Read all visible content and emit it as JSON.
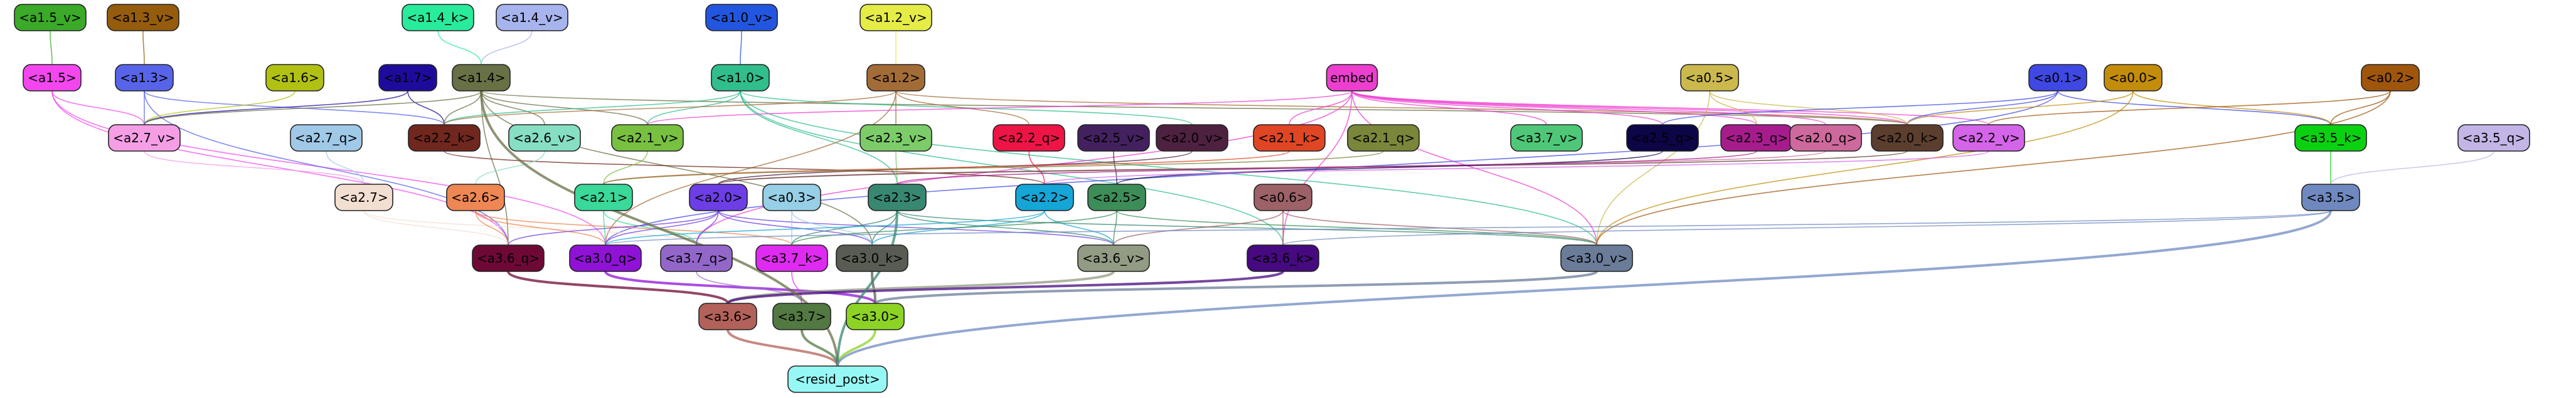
{
  "graph": {
    "nodes": [
      {
        "id": "a1_5_v",
        "label": "<a1.5_v>",
        "color": "#3aaa28",
        "text": "#000000"
      },
      {
        "id": "a1_3_v",
        "label": "<a1.3_v>",
        "color": "#955c0e",
        "text": "#000000"
      },
      {
        "id": "a1_4_k",
        "label": "<a1.4_k>",
        "color": "#28eb9b",
        "text": "#000000"
      },
      {
        "id": "a1_4_v",
        "label": "<a1.4_v>",
        "color": "#a8b4ee",
        "text": "#000000"
      },
      {
        "id": "a1_0_v",
        "label": "<a1.0_v>",
        "color": "#2356e0",
        "text": "#000000"
      },
      {
        "id": "a1_2_v",
        "label": "<a1.2_v>",
        "color": "#e5ec46",
        "text": "#000000"
      },
      {
        "id": "a1_5",
        "label": "<a1.5>",
        "color": "#f346ef",
        "text": "#000000"
      },
      {
        "id": "a1_3",
        "label": "<a1.3>",
        "color": "#5764e9",
        "text": "#000000"
      },
      {
        "id": "a1_6",
        "label": "<a1.6>",
        "color": "#b1c113",
        "text": "#000000"
      },
      {
        "id": "a1_7",
        "label": "<a1.7>",
        "color": "#1d0c9c",
        "text": "#000000"
      },
      {
        "id": "a1_4",
        "label": "<a1.4>",
        "color": "#687046",
        "text": "#000000"
      },
      {
        "id": "a1_0",
        "label": "<a1.0>",
        "color": "#2fbe8c",
        "text": "#000000"
      },
      {
        "id": "a1_2",
        "label": "<a1.2>",
        "color": "#a36c37",
        "text": "#000000"
      },
      {
        "id": "embed",
        "label": "embed",
        "color": "#ed3ed0",
        "text": "#000000"
      },
      {
        "id": "a0_5",
        "label": "<a0.5>",
        "color": "#cbb94d",
        "text": "#000000"
      },
      {
        "id": "a0_1",
        "label": "<a0.1>",
        "color": "#3f48e2",
        "text": "#000000"
      },
      {
        "id": "a0_0",
        "label": "<a0.0>",
        "color": "#c38c0a",
        "text": "#000000"
      },
      {
        "id": "a0_2",
        "label": "<a0.2>",
        "color": "#9f560c",
        "text": "#000000"
      },
      {
        "id": "a2_7_v",
        "label": "<a2.7_v>",
        "color": "#f59ee6",
        "text": "#000000"
      },
      {
        "id": "a2_7_q",
        "label": "<a2.7_q>",
        "color": "#a0c9e8",
        "text": "#000000"
      },
      {
        "id": "a2_2_k",
        "label": "<a2.2_k>",
        "color": "#70271e",
        "text": "#000000"
      },
      {
        "id": "a2_6_v",
        "label": "<a2.6_v>",
        "color": "#86dec3",
        "text": "#000000"
      },
      {
        "id": "a2_1_v",
        "label": "<a2.1_v>",
        "color": "#78c03f",
        "text": "#000000"
      },
      {
        "id": "a2_3_v",
        "label": "<a2.3_v>",
        "color": "#7dcc6a",
        "text": "#000000"
      },
      {
        "id": "a2_2_q",
        "label": "<a2.2_q>",
        "color": "#ee1446",
        "text": "#000000"
      },
      {
        "id": "a2_5_v",
        "label": "<a2.5_v>",
        "color": "#43215f",
        "text": "#000000"
      },
      {
        "id": "a2_0_v",
        "label": "<a2.0_v>",
        "color": "#4e2140",
        "text": "#000000"
      },
      {
        "id": "a2_1_k",
        "label": "<a2.1_k>",
        "color": "#e04524",
        "text": "#000000"
      },
      {
        "id": "a2_1_q",
        "label": "<a2.1_q>",
        "color": "#7a8639",
        "text": "#000000"
      },
      {
        "id": "a3_7_v",
        "label": "<a3.7_v>",
        "color": "#4ec878",
        "text": "#000000"
      },
      {
        "id": "a2_5_q",
        "label": "<a2.5_q>",
        "color": "#0c0546",
        "text": "#000000"
      },
      {
        "id": "a2_3_q",
        "label": "<a2.3_q>",
        "color": "#a71c8d",
        "text": "#000000"
      },
      {
        "id": "a2_0_q",
        "label": "<a2.0_q>",
        "color": "#cd699c",
        "text": "#000000"
      },
      {
        "id": "a2_0_k",
        "label": "<a2.0_k>",
        "color": "#5c3e2e",
        "text": "#000000"
      },
      {
        "id": "a2_2_v",
        "label": "<a2.2_v>",
        "color": "#d464e8",
        "text": "#000000"
      },
      {
        "id": "a3_5_k",
        "label": "<a3.5_k>",
        "color": "#0ad211",
        "text": "#000000"
      },
      {
        "id": "a3_5_q",
        "label": "<a3.5_q>",
        "color": "#c4b5e7",
        "text": "#000000"
      },
      {
        "id": "a2_7",
        "label": "<a2.7>",
        "color": "#f3dfd2",
        "text": "#000000"
      },
      {
        "id": "a2_6",
        "label": "<a2.6>",
        "color": "#ee8753",
        "text": "#000000"
      },
      {
        "id": "a2_1",
        "label": "<a2.1>",
        "color": "#3ad899",
        "text": "#000000"
      },
      {
        "id": "a2_0",
        "label": "<a2.0>",
        "color": "#6d3ee6",
        "text": "#000000"
      },
      {
        "id": "a0_3",
        "label": "<a0.3>",
        "color": "#97cfe6",
        "text": "#000000"
      },
      {
        "id": "a2_3",
        "label": "<a2.3>",
        "color": "#388771",
        "text": "#000000"
      },
      {
        "id": "a2_2",
        "label": "<a2.2>",
        "color": "#15a5d7",
        "text": "#000000"
      },
      {
        "id": "a2_5",
        "label": "<a2.5>",
        "color": "#3d8d59",
        "text": "#000000"
      },
      {
        "id": "a0_6",
        "label": "<a0.6>",
        "color": "#9d6168",
        "text": "#000000"
      },
      {
        "id": "a3_5",
        "label": "<a3.5>",
        "color": "#6f89c0",
        "text": "#000000"
      },
      {
        "id": "a3_6_q",
        "label": "<a3.6_q>",
        "color": "#6e0936",
        "text": "#000000"
      },
      {
        "id": "a3_0_q",
        "label": "<a3.0_q>",
        "color": "#8f12d6",
        "text": "#000000"
      },
      {
        "id": "a3_7_q",
        "label": "<a3.7_q>",
        "color": "#9367c9",
        "text": "#000000"
      },
      {
        "id": "a3_7_k",
        "label": "<a3.7_k>",
        "color": "#df2bf1",
        "text": "#000000"
      },
      {
        "id": "a3_0_k",
        "label": "<a3.0_k>",
        "color": "#585c52",
        "text": "#000000"
      },
      {
        "id": "a3_6_v",
        "label": "<a3.6_v>",
        "color": "#929b83",
        "text": "#000000"
      },
      {
        "id": "a3_6_k",
        "label": "<a3.6_k>",
        "color": "#46097f",
        "text": "#000000"
      },
      {
        "id": "a3_0_v",
        "label": "<a3.0_v>",
        "color": "#6a7c98",
        "text": "#000000"
      },
      {
        "id": "a3_6",
        "label": "<a3.6>",
        "color": "#b2625a",
        "text": "#000000"
      },
      {
        "id": "a3_7",
        "label": "<a3.7>",
        "color": "#537942",
        "text": "#000000"
      },
      {
        "id": "a3_0",
        "label": "<a3.0>",
        "color": "#8dd325",
        "text": "#000000"
      },
      {
        "id": "resid_post",
        "label": "<resid_post>",
        "color": "#96f8f4",
        "text": "#000000"
      }
    ],
    "edges": [
      {
        "from": "a1_5_v",
        "to": "a1_5",
        "color": "#3aaa28"
      },
      {
        "from": "a1_3_v",
        "to": "a1_3",
        "color": "#955c0e"
      },
      {
        "from": "a1_4_k",
        "to": "a1_4",
        "color": "#28eb9b"
      },
      {
        "from": "a1_4_v",
        "to": "a1_4",
        "color": "#a8b4ee"
      },
      {
        "from": "a1_0_v",
        "to": "a1_0",
        "color": "#2356e0"
      },
      {
        "from": "a1_2_v",
        "to": "a1_2",
        "color": "#e5ec46"
      },
      {
        "from": "a1_5",
        "to": "a2_7_v",
        "color": "#f346ef"
      },
      {
        "from": "a1_5",
        "to": "a3_6_q",
        "color": "#f346ef"
      },
      {
        "from": "a1_5",
        "to": "a3_0_q",
        "color": "#f346ef"
      },
      {
        "from": "a1_3",
        "to": "a2_7_v",
        "color": "#5764e9"
      },
      {
        "from": "a1_3",
        "to": "a2_2_k",
        "color": "#5764e9"
      },
      {
        "from": "a1_3",
        "to": "a3_6_q",
        "color": "#5764e9"
      },
      {
        "from": "a1_6",
        "to": "a2_7_v",
        "color": "#b1c113"
      },
      {
        "from": "a1_7",
        "to": "a2_2_k",
        "color": "#1d0c9c"
      },
      {
        "from": "a1_7",
        "to": "a2_7_v",
        "color": "#1d0c9c"
      },
      {
        "from": "a1_4",
        "to": "a2_2_k",
        "color": "#687046"
      },
      {
        "from": "a1_4",
        "to": "a2_6_v",
        "color": "#687046"
      },
      {
        "from": "a1_4",
        "to": "a2_1_v",
        "color": "#687046"
      },
      {
        "from": "a1_4",
        "to": "a3_6_q",
        "color": "#687046"
      },
      {
        "from": "a1_4",
        "to": "a3_0_k",
        "color": "#687046"
      },
      {
        "from": "a1_4",
        "to": "a2_0_k",
        "color": "#687046"
      },
      {
        "from": "a1_4",
        "to": "a2_7_v",
        "color": "#687046"
      },
      {
        "from": "a1_0",
        "to": "a2_1_v",
        "color": "#2fbe8c"
      },
      {
        "from": "a1_0",
        "to": "a2_3",
        "color": "#2fbe8c"
      },
      {
        "from": "a1_0",
        "to": "a2_0_v",
        "color": "#2fbe8c"
      },
      {
        "from": "a1_0",
        "to": "a2_2_k",
        "color": "#2fbe8c"
      },
      {
        "from": "a1_0",
        "to": "a3_0_v",
        "color": "#2fbe8c"
      },
      {
        "from": "a1_0",
        "to": "a3_6_k",
        "color": "#2fbe8c"
      },
      {
        "from": "a1_2",
        "to": "a2_3_v",
        "color": "#a36c37"
      },
      {
        "from": "a1_2",
        "to": "a2_2_q",
        "color": "#a36c37"
      },
      {
        "from": "a1_2",
        "to": "a2_0_k",
        "color": "#a36c37"
      },
      {
        "from": "a1_2",
        "to": "a2_2_k",
        "color": "#a36c37"
      },
      {
        "from": "a1_2",
        "to": "a3_0_q",
        "color": "#a36c37"
      },
      {
        "from": "embed",
        "to": "a2_0_q",
        "color": "#ed3ed0"
      },
      {
        "from": "embed",
        "to": "a2_0_k",
        "color": "#ed3ed0"
      },
      {
        "from": "embed",
        "to": "a2_3_q",
        "color": "#ed3ed0"
      },
      {
        "from": "embed",
        "to": "a2_2_v",
        "color": "#ed3ed0"
      },
      {
        "from": "embed",
        "to": "a3_0_v",
        "color": "#ed3ed0"
      },
      {
        "from": "embed",
        "to": "a3_6_k",
        "color": "#ed3ed0"
      },
      {
        "from": "embed",
        "to": "a2_5_q",
        "color": "#ed3ed0"
      },
      {
        "from": "embed",
        "to": "a2_1_k",
        "color": "#ed3ed0"
      },
      {
        "from": "embed",
        "to": "a2_1_v",
        "color": "#ed3ed0"
      },
      {
        "from": "embed",
        "to": "a3_7_v",
        "color": "#ed3ed0"
      },
      {
        "from": "embed",
        "to": "a3_7_q",
        "color": "#ed3ed0"
      },
      {
        "from": "a0_5",
        "to": "a2_0_k",
        "color": "#cbb94d"
      },
      {
        "from": "a0_5",
        "to": "a2_3_q",
        "color": "#cbb94d"
      },
      {
        "from": "a0_5",
        "to": "a3_0_v",
        "color": "#cbb94d"
      },
      {
        "from": "a0_1",
        "to": "a2_0_k",
        "color": "#3f48e2"
      },
      {
        "from": "a0_1",
        "to": "a3_5_k",
        "color": "#3f48e2"
      },
      {
        "from": "a0_1",
        "to": "a2_5_q",
        "color": "#3f48e2"
      },
      {
        "from": "a0_1",
        "to": "a3_0_q",
        "color": "#3f48e2"
      },
      {
        "from": "a0_0",
        "to": "a2_0_k",
        "color": "#c38c0a"
      },
      {
        "from": "a0_0",
        "to": "a3_5_k",
        "color": "#c38c0a"
      },
      {
        "from": "a0_0",
        "to": "a3_0_v",
        "color": "#c38c0a"
      },
      {
        "from": "a0_2",
        "to": "a2_2_v",
        "color": "#9f560c"
      },
      {
        "from": "a0_2",
        "to": "a3_5_k",
        "color": "#9f560c"
      },
      {
        "from": "a0_2",
        "to": "a3_0_v",
        "color": "#9f560c"
      },
      {
        "from": "a2_7_v",
        "to": "a2_7",
        "color": "#f59ee6"
      },
      {
        "from": "a2_7_q",
        "to": "a2_7",
        "color": "#a0c9e8"
      },
      {
        "from": "a2_2_k",
        "to": "a2_2",
        "color": "#70271e"
      },
      {
        "from": "a2_6_v",
        "to": "a2_6",
        "color": "#86dec3"
      },
      {
        "from": "a2_1_v",
        "to": "a2_1",
        "color": "#78c03f"
      },
      {
        "from": "a2_3_v",
        "to": "a2_3",
        "color": "#7dcc6a"
      },
      {
        "from": "a2_2_q",
        "to": "a2_2",
        "color": "#ee1446"
      },
      {
        "from": "a2_5_v",
        "to": "a2_5",
        "color": "#43215f"
      },
      {
        "from": "a2_0_v",
        "to": "a2_0",
        "color": "#4e2140"
      },
      {
        "from": "a2_1_k",
        "to": "a2_1",
        "color": "#e04524"
      },
      {
        "from": "a2_1_q",
        "to": "a2_1",
        "color": "#7a8639"
      },
      {
        "from": "a2_0_q",
        "to": "a2_0",
        "color": "#cd699c"
      },
      {
        "from": "a2_0_k",
        "to": "a2_0",
        "color": "#5c3e2e"
      },
      {
        "from": "a2_5_q",
        "to": "a2_5",
        "color": "#0c0546"
      },
      {
        "from": "a2_3_q",
        "to": "a2_3",
        "color": "#a71c8d"
      },
      {
        "from": "a2_2_v",
        "to": "a2_2",
        "color": "#d464e8"
      },
      {
        "from": "a3_5_k",
        "to": "a3_5",
        "color": "#0ad211"
      },
      {
        "from": "a3_5_q",
        "to": "a3_5",
        "color": "#c4b5e7"
      },
      {
        "from": "a2_7",
        "to": "a3_6_q",
        "color": "#f3dfd2"
      },
      {
        "from": "a2_7",
        "to": "a3_7_q",
        "color": "#f3dfd2"
      },
      {
        "from": "a2_6",
        "to": "a3_6_q",
        "color": "#ee8753"
      },
      {
        "from": "a2_6",
        "to": "a3_0_q",
        "color": "#ee8753"
      },
      {
        "from": "a2_6",
        "to": "a3_7_k",
        "color": "#ee8753"
      },
      {
        "from": "a2_1",
        "to": "a3_0_q",
        "color": "#3ad899"
      },
      {
        "from": "a2_1",
        "to": "a3_7_q",
        "color": "#3ad899"
      },
      {
        "from": "a2_0",
        "to": "a3_0_k",
        "color": "#6d3ee6"
      },
      {
        "from": "a2_0",
        "to": "a3_6_v",
        "color": "#6d3ee6"
      },
      {
        "from": "a2_0",
        "to": "a3_6_q",
        "color": "#6d3ee6"
      },
      {
        "from": "a2_0",
        "to": "a3_7_q",
        "color": "#6d3ee6"
      },
      {
        "from": "a2_0",
        "to": "a3_0_q",
        "color": "#6d3ee6"
      },
      {
        "from": "a0_3",
        "to": "a3_0_k",
        "color": "#97cfe6"
      },
      {
        "from": "a0_3",
        "to": "a3_7_k",
        "color": "#97cfe6"
      },
      {
        "from": "a2_3",
        "to": "a3_0_k",
        "color": "#388771"
      },
      {
        "from": "a2_3",
        "to": "a3_7_k",
        "color": "#388771"
      },
      {
        "from": "a2_3",
        "to": "a3_6_v",
        "color": "#388771"
      },
      {
        "from": "a2_3",
        "to": "a3_0_v",
        "color": "#388771"
      },
      {
        "from": "a2_2",
        "to": "a3_0_k",
        "color": "#15a5d7"
      },
      {
        "from": "a2_2",
        "to": "a3_6_v",
        "color": "#15a5d7"
      },
      {
        "from": "a2_2",
        "to": "a3_0_q",
        "color": "#15a5d7"
      },
      {
        "from": "a2_5",
        "to": "a3_6_v",
        "color": "#3d8d59"
      },
      {
        "from": "a2_5",
        "to": "a3_0_v",
        "color": "#3d8d59"
      },
      {
        "from": "a2_5",
        "to": "a3_7_k",
        "color": "#3d8d59"
      },
      {
        "from": "a0_6",
        "to": "a3_6_k",
        "color": "#9d6168"
      },
      {
        "from": "a0_6",
        "to": "a3_0_v",
        "color": "#9d6168"
      },
      {
        "from": "a0_6",
        "to": "a3_6_v",
        "color": "#9d6168"
      },
      {
        "from": "a3_5",
        "to": "a3_6_k",
        "color": "#6f89c0"
      },
      {
        "from": "a3_5",
        "to": "a3_0_q",
        "color": "#6f89c0"
      },
      {
        "from": "a3_6_q",
        "to": "a3_6",
        "color": "#6e0936"
      },
      {
        "from": "a3_0_q",
        "to": "a3_0",
        "color": "#8f12d6"
      },
      {
        "from": "a3_7_q",
        "to": "a3_7",
        "color": "#9367c9"
      },
      {
        "from": "a3_7_k",
        "to": "a3_7",
        "color": "#df2bf1"
      },
      {
        "from": "a3_0_k",
        "to": "a3_0",
        "color": "#585c52"
      },
      {
        "from": "a3_6_v",
        "to": "a3_6",
        "color": "#929b83"
      },
      {
        "from": "a3_6_k",
        "to": "a3_6",
        "color": "#46097f"
      },
      {
        "from": "a3_0_v",
        "to": "a3_0",
        "color": "#6a7c98"
      },
      {
        "from": "a3_6",
        "to": "resid_post",
        "color": "#b2625a"
      },
      {
        "from": "a3_7",
        "to": "resid_post",
        "color": "#537942"
      },
      {
        "from": "a3_0",
        "to": "resid_post",
        "color": "#8dd325"
      },
      {
        "from": "a1_4",
        "to": "resid_post",
        "color": "#687046"
      },
      {
        "from": "a2_3",
        "to": "resid_post",
        "color": "#388771"
      },
      {
        "from": "a3_5",
        "to": "resid_post",
        "color": "#6f89c0"
      }
    ]
  }
}
